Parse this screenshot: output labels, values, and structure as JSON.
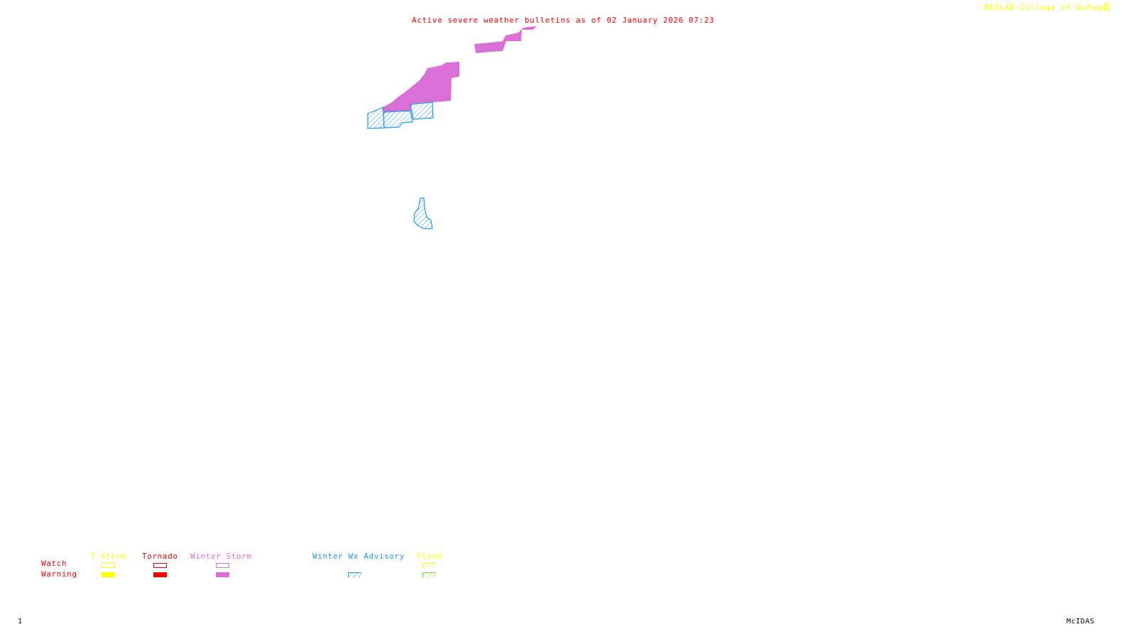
{
  "header": {
    "title": "Active severe weather bulletins as of 02 January 2026 07:23",
    "credit": "NEXLAB-College of DuPage",
    "credit_icon": "cod-logo-icon"
  },
  "footer": {
    "frame_number": "1",
    "software": "McIDAS"
  },
  "colors": {
    "title": "#ff0000",
    "credit": "#ffff00",
    "tstorm": "#ffff00",
    "tornado": "#ff0000",
    "winter_storm": "#da70d6",
    "winter_wx_advisory": "#1e9be6",
    "flood_watch": "#ffff00",
    "flood_warning": "#7ccd32"
  },
  "legend": {
    "row_labels": {
      "watch": "Watch",
      "warning": "Warning"
    },
    "categories": [
      {
        "key": "tstorm",
        "label": "T-Storm",
        "watch": "outline",
        "warning": "filled"
      },
      {
        "key": "tornado",
        "label": "Tornado",
        "watch": "outline",
        "warning": "filled"
      },
      {
        "key": "winter_storm",
        "label": "Winter Storm",
        "watch": "outline",
        "warning": "filled"
      },
      {
        "key": "winter_wx_advisory",
        "label": "Winter Wx Advisory",
        "watch": null,
        "warning": "hatched"
      },
      {
        "key": "flood",
        "label": "Flood",
        "watch": "hatched",
        "warning": "hatched"
      }
    ]
  },
  "active_bulletins": [
    {
      "type": "Winter Storm Warning",
      "style": "filled",
      "count_areas": 2
    },
    {
      "type": "Winter Wx Advisory",
      "style": "hatched",
      "count_areas": 2
    }
  ]
}
